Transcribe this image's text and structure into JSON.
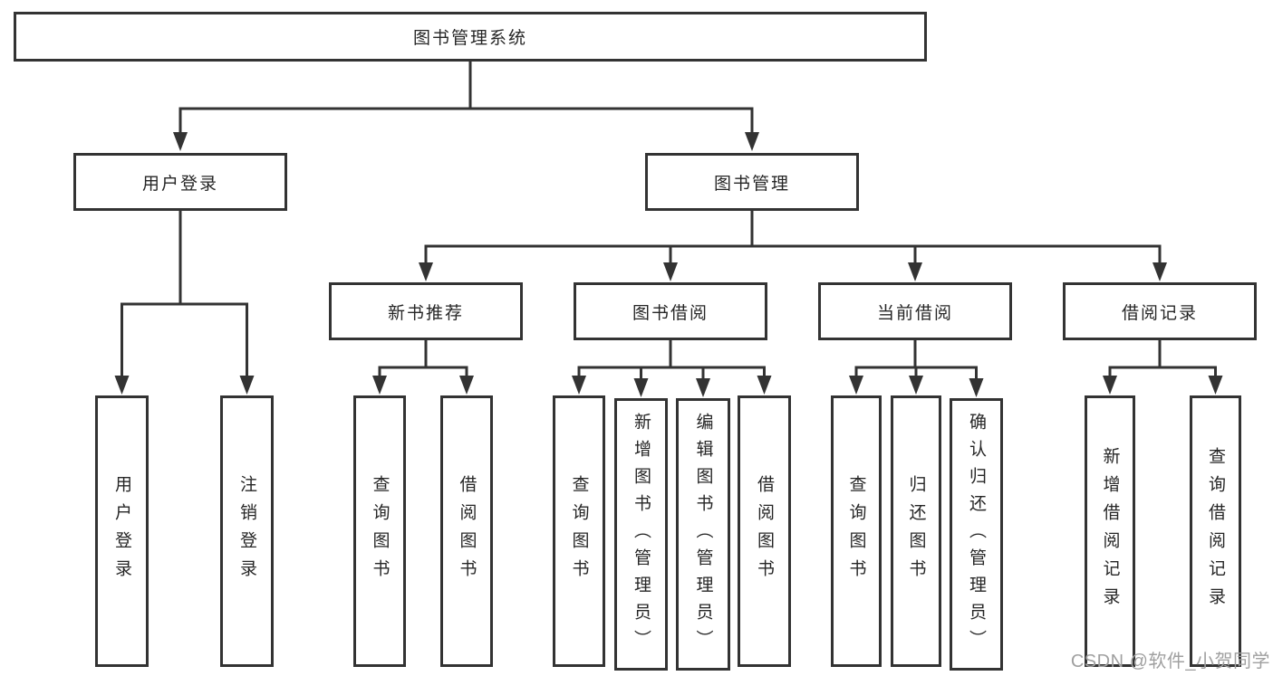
{
  "tree": {
    "root": {
      "label": "图书管理系统",
      "children": [
        {
          "label": "用户登录",
          "children": [
            {
              "label": "用户登录"
            },
            {
              "label": "注销登录"
            }
          ]
        },
        {
          "label": "图书管理",
          "children": [
            {
              "label": "新书推荐",
              "children": [
                {
                  "label": "查询图书"
                },
                {
                  "label": "借阅图书"
                }
              ]
            },
            {
              "label": "图书借阅",
              "children": [
                {
                  "label": "查询图书"
                },
                {
                  "label": "新增图书（管理员）"
                },
                {
                  "label": "编辑图书（管理员）"
                },
                {
                  "label": "借阅图书"
                }
              ]
            },
            {
              "label": "当前借阅",
              "children": [
                {
                  "label": "查询图书"
                },
                {
                  "label": "归还图书"
                },
                {
                  "label": "确认归还（管理员）"
                }
              ]
            },
            {
              "label": "借阅记录",
              "children": [
                {
                  "label": "新增借阅记录"
                },
                {
                  "label": "查询借阅记录"
                }
              ]
            }
          ]
        }
      ]
    }
  },
  "watermark": "CSDN @软件_小贺同学",
  "colors": {
    "line": "#333333",
    "text": "#262626",
    "background": "#ffffff",
    "watermark": "#a0a0a0"
  }
}
